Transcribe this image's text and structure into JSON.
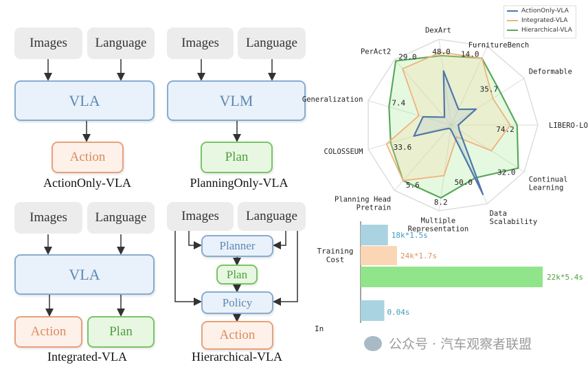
{
  "panels": [
    {
      "title": "ActionOnly-VLA",
      "inputs": [
        "Images",
        "Language"
      ],
      "model": "VLA",
      "outputs": [
        "Action"
      ]
    },
    {
      "title": "PlanningOnly-VLA",
      "inputs": [
        "Images",
        "Language"
      ],
      "model": "VLM",
      "outputs": [
        "Plan"
      ]
    },
    {
      "title": "Integrated-VLA",
      "inputs": [
        "Images",
        "Language"
      ],
      "model": "VLA",
      "outputs": [
        "Action",
        "Plan"
      ]
    },
    {
      "title": "Hierarchical-VLA",
      "inputs": [
        "Images",
        "Language"
      ],
      "planner": "Planner",
      "plan": "Plan",
      "policy": "Policy",
      "outputs": [
        "Action"
      ]
    }
  ],
  "colors": {
    "input": "#ececec",
    "model": "#86acd0",
    "action": "#e8a079",
    "plan": "#78c466"
  },
  "chart_data": [
    {
      "type": "radar",
      "legend": [
        {
          "name": "ActionOnly-VLA",
          "color": "#4f77a8"
        },
        {
          "name": "Integrated-VLA",
          "color": "#f0b27a"
        },
        {
          "name": "Hierarchical-VLA",
          "color": "#5aa85a"
        }
      ],
      "legend_placement": "top-right",
      "axes": [
        "LIBERO-LONG",
        "Deformable",
        "FurnitureBench",
        "DexArt",
        "PerAct2",
        "Generalization",
        "COLOSSEUM",
        "Planning Head\nPretrain",
        "Multiple\nRepresentation",
        "Data\nScalability",
        "Continual\nLearning"
      ],
      "value_labels": [
        "74.2",
        "35.7",
        "14.0",
        "48.0",
        "29.0",
        "7.4",
        "33.6",
        "5.6",
        "8.2",
        "50.0",
        "32.0"
      ],
      "series": [
        {
          "name": "ActionOnly-VLA",
          "values": [
            0.08,
            0.34,
            0.2,
            0.63,
            0.12,
            0.34,
            0.45,
            0.05,
            0.05,
            0.88,
            0.11
          ]
        },
        {
          "name": "Integrated-VLA",
          "values": [
            0.68,
            0.57,
            0.85,
            0.85,
            0.86,
            0.39,
            0.78,
            0.85,
            0.59,
            0.15,
            0.55
          ]
        },
        {
          "name": "Hierarchical-VLA",
          "values": [
            0.76,
            0.68,
            0.85,
            0.81,
            0.98,
            0.75,
            0.73,
            0.85,
            0.85,
            0.67,
            0.92
          ]
        }
      ]
    },
    {
      "type": "bar",
      "orientation": "horizontal",
      "categories": [
        "Training\nCost",
        "In"
      ],
      "series": [
        {
          "name": "ActionOnly-VLA",
          "color": "#a9d3e0",
          "label_color": "#3a9bbf",
          "values": [
            0.15,
            0.13
          ],
          "labels": [
            "18k*1.5s",
            "0.04s"
          ]
        },
        {
          "name": "Integrated-VLA",
          "color": "#fbd6b4",
          "label_color": "#d9905e",
          "values": [
            0.2,
            null
          ],
          "labels": [
            "24k*1.7s",
            ""
          ]
        },
        {
          "name": "Hierarchical-VLA",
          "color": "#90e48a",
          "label_color": "#4e9e3d",
          "values": [
            1.0,
            null
          ],
          "labels": [
            "22k*5.4s",
            ""
          ]
        }
      ]
    }
  ],
  "watermark": "公众号 · 汽车观察者联盟"
}
